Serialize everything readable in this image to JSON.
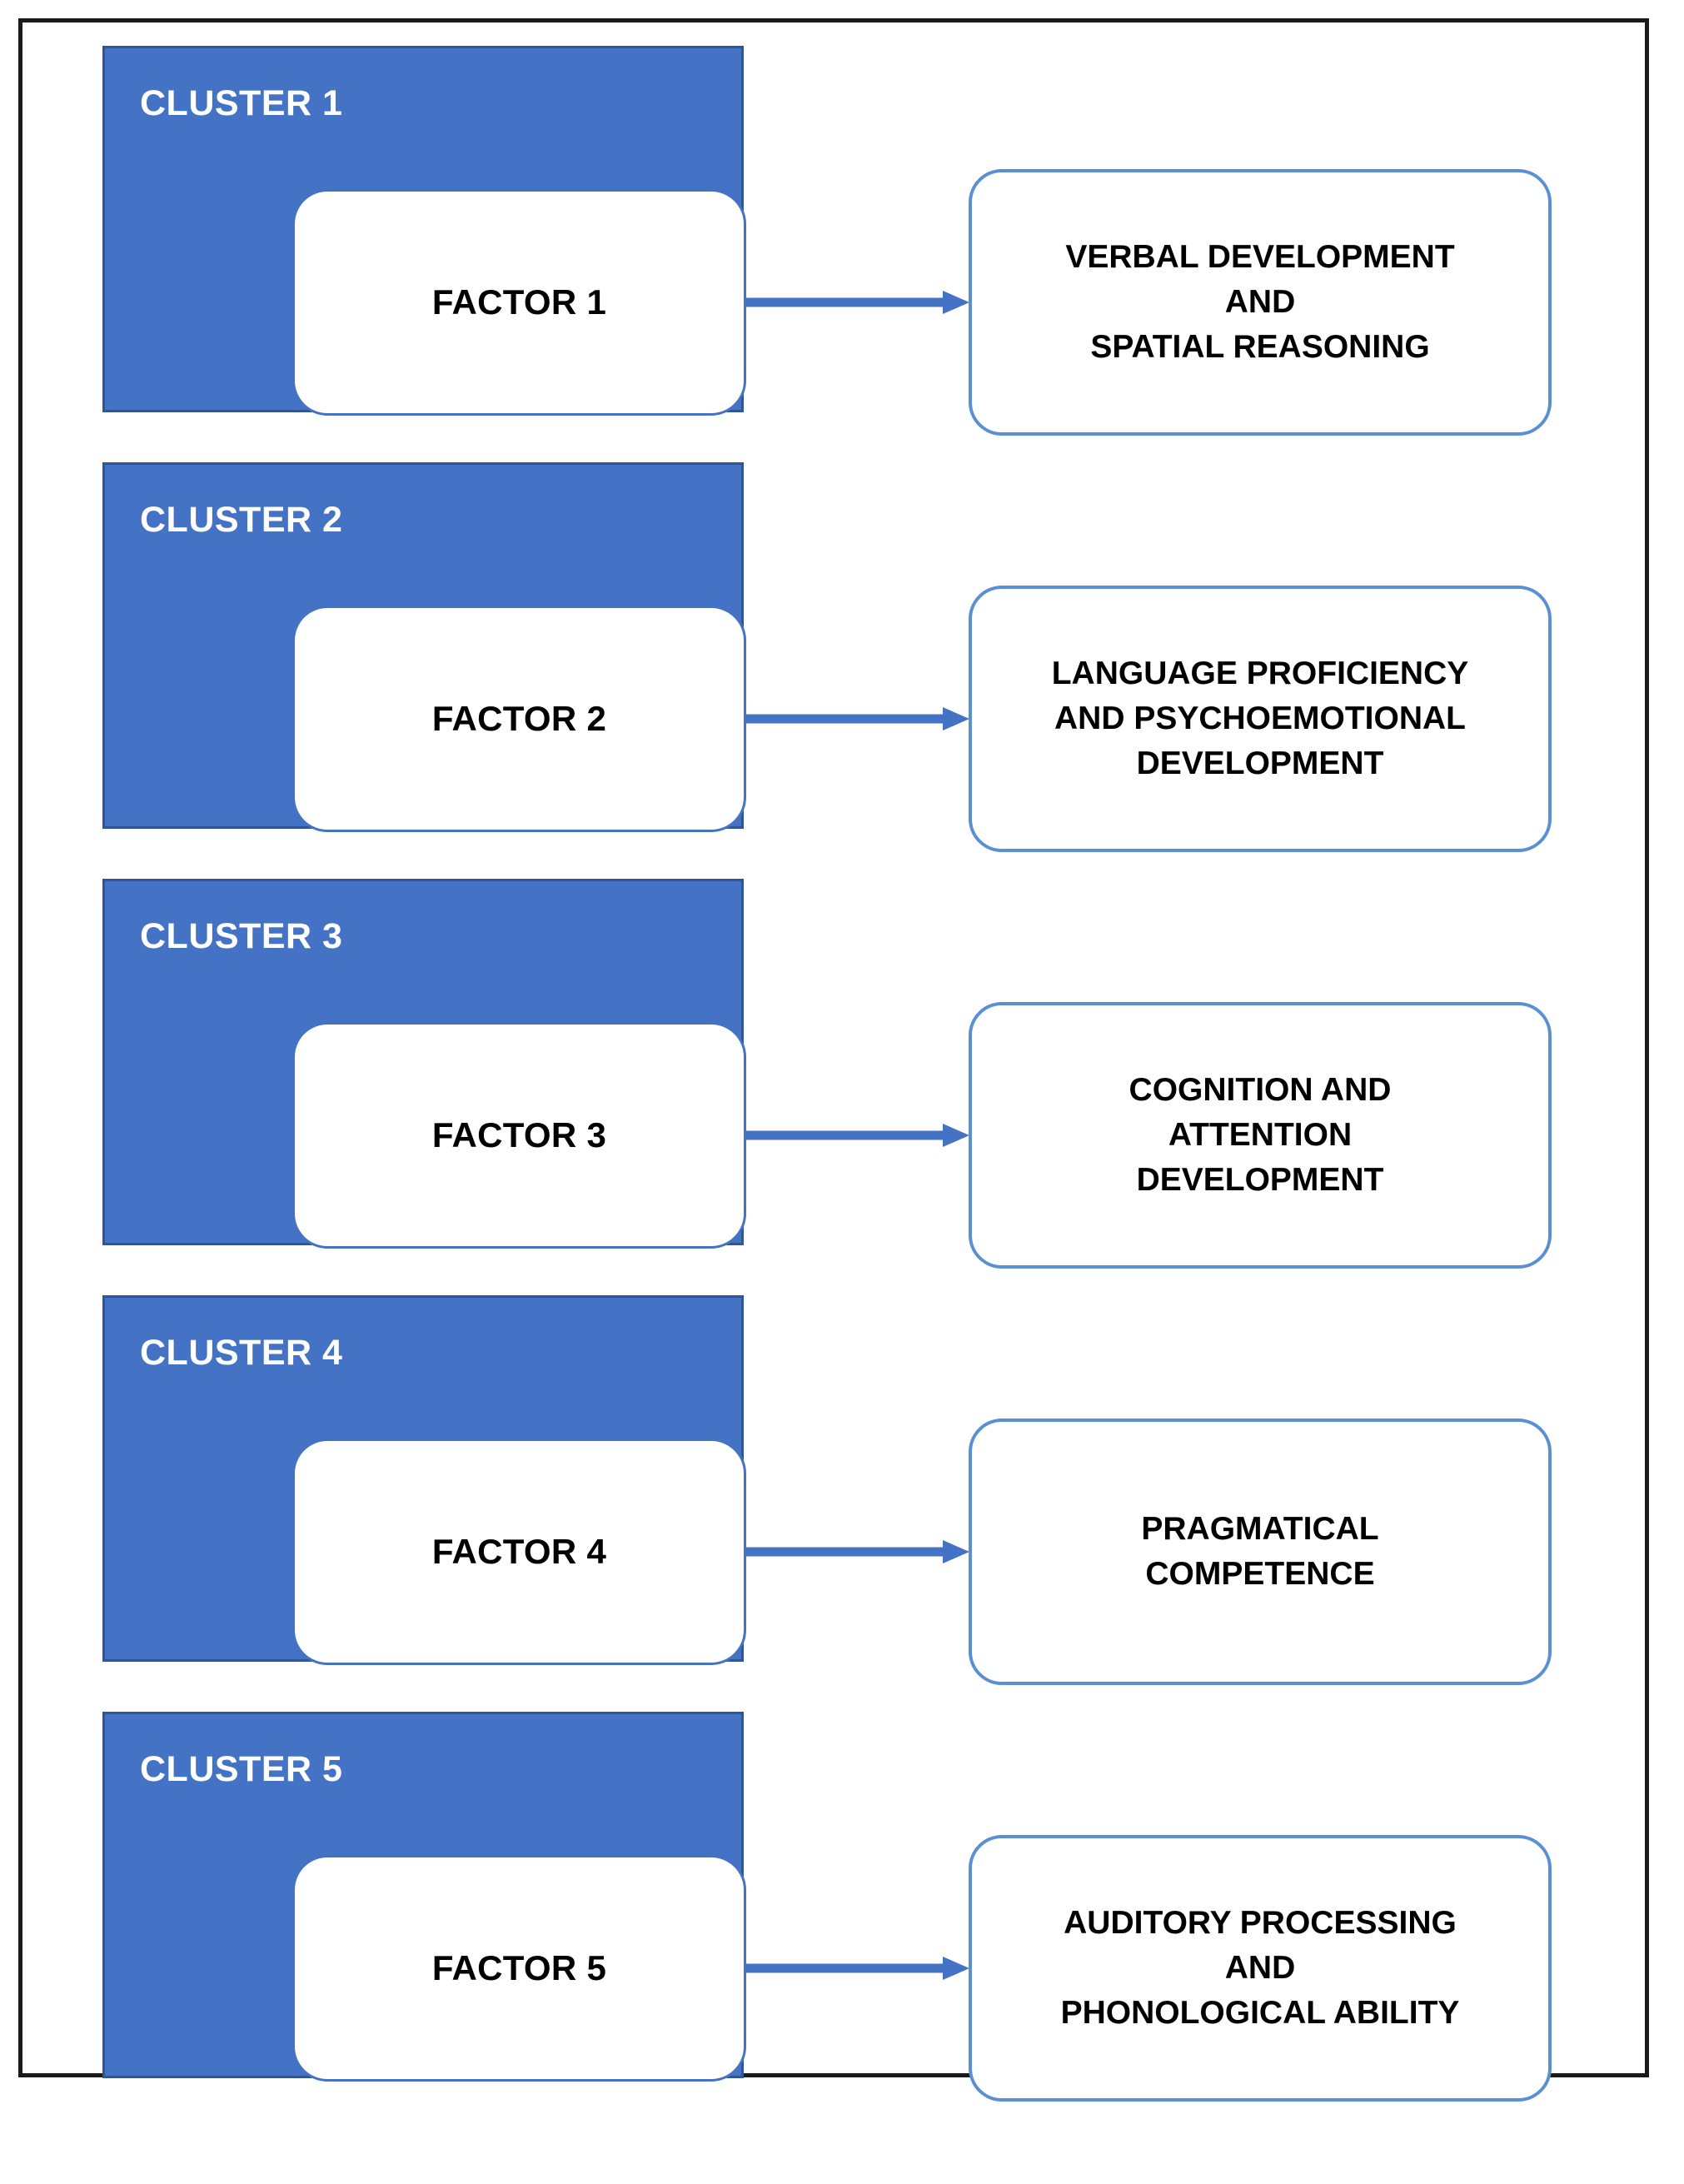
{
  "diagram": {
    "type": "flowchart",
    "colors": {
      "cluster_fill": "#4472C4",
      "cluster_border": "#2F5597",
      "factor_box_border": "#4472C4",
      "outcome_box_border": "#5B8FD4",
      "arrow": "#4472C4",
      "frame_border": "#1A1A1A",
      "cluster_label_text": "#FFFFFF",
      "body_text": "#000000",
      "background": "#FFFFFF"
    },
    "rows": [
      {
        "cluster_label": "CLUSTER 1",
        "factor_label": "FACTOR 1",
        "arrow_icon": "right-arrow-icon",
        "outcome_lines": [
          "VERBAL DEVELOPMENT",
          "AND",
          "SPATIAL REASONING"
        ]
      },
      {
        "cluster_label": "CLUSTER 2",
        "factor_label": "FACTOR 2",
        "arrow_icon": "right-arrow-icon",
        "outcome_lines": [
          "LANGUAGE PROFICIENCY",
          "AND PSYCHOEMOTIONAL",
          "DEVELOPMENT"
        ]
      },
      {
        "cluster_label": "CLUSTER 3",
        "factor_label": "FACTOR 3",
        "arrow_icon": "right-arrow-icon",
        "outcome_lines": [
          "COGNITION AND",
          "ATTENTION",
          "DEVELOPMENT"
        ]
      },
      {
        "cluster_label": "CLUSTER 4",
        "factor_label": "FACTOR 4",
        "arrow_icon": "right-arrow-icon",
        "outcome_lines": [
          "PRAGMATICAL",
          "COMPETENCE"
        ]
      },
      {
        "cluster_label": "CLUSTER 5",
        "factor_label": "FACTOR 5",
        "arrow_icon": "right-arrow-icon",
        "outcome_lines": [
          "AUDITORY PROCESSING",
          "AND",
          "PHONOLOGICAL ABILITY"
        ]
      }
    ]
  }
}
